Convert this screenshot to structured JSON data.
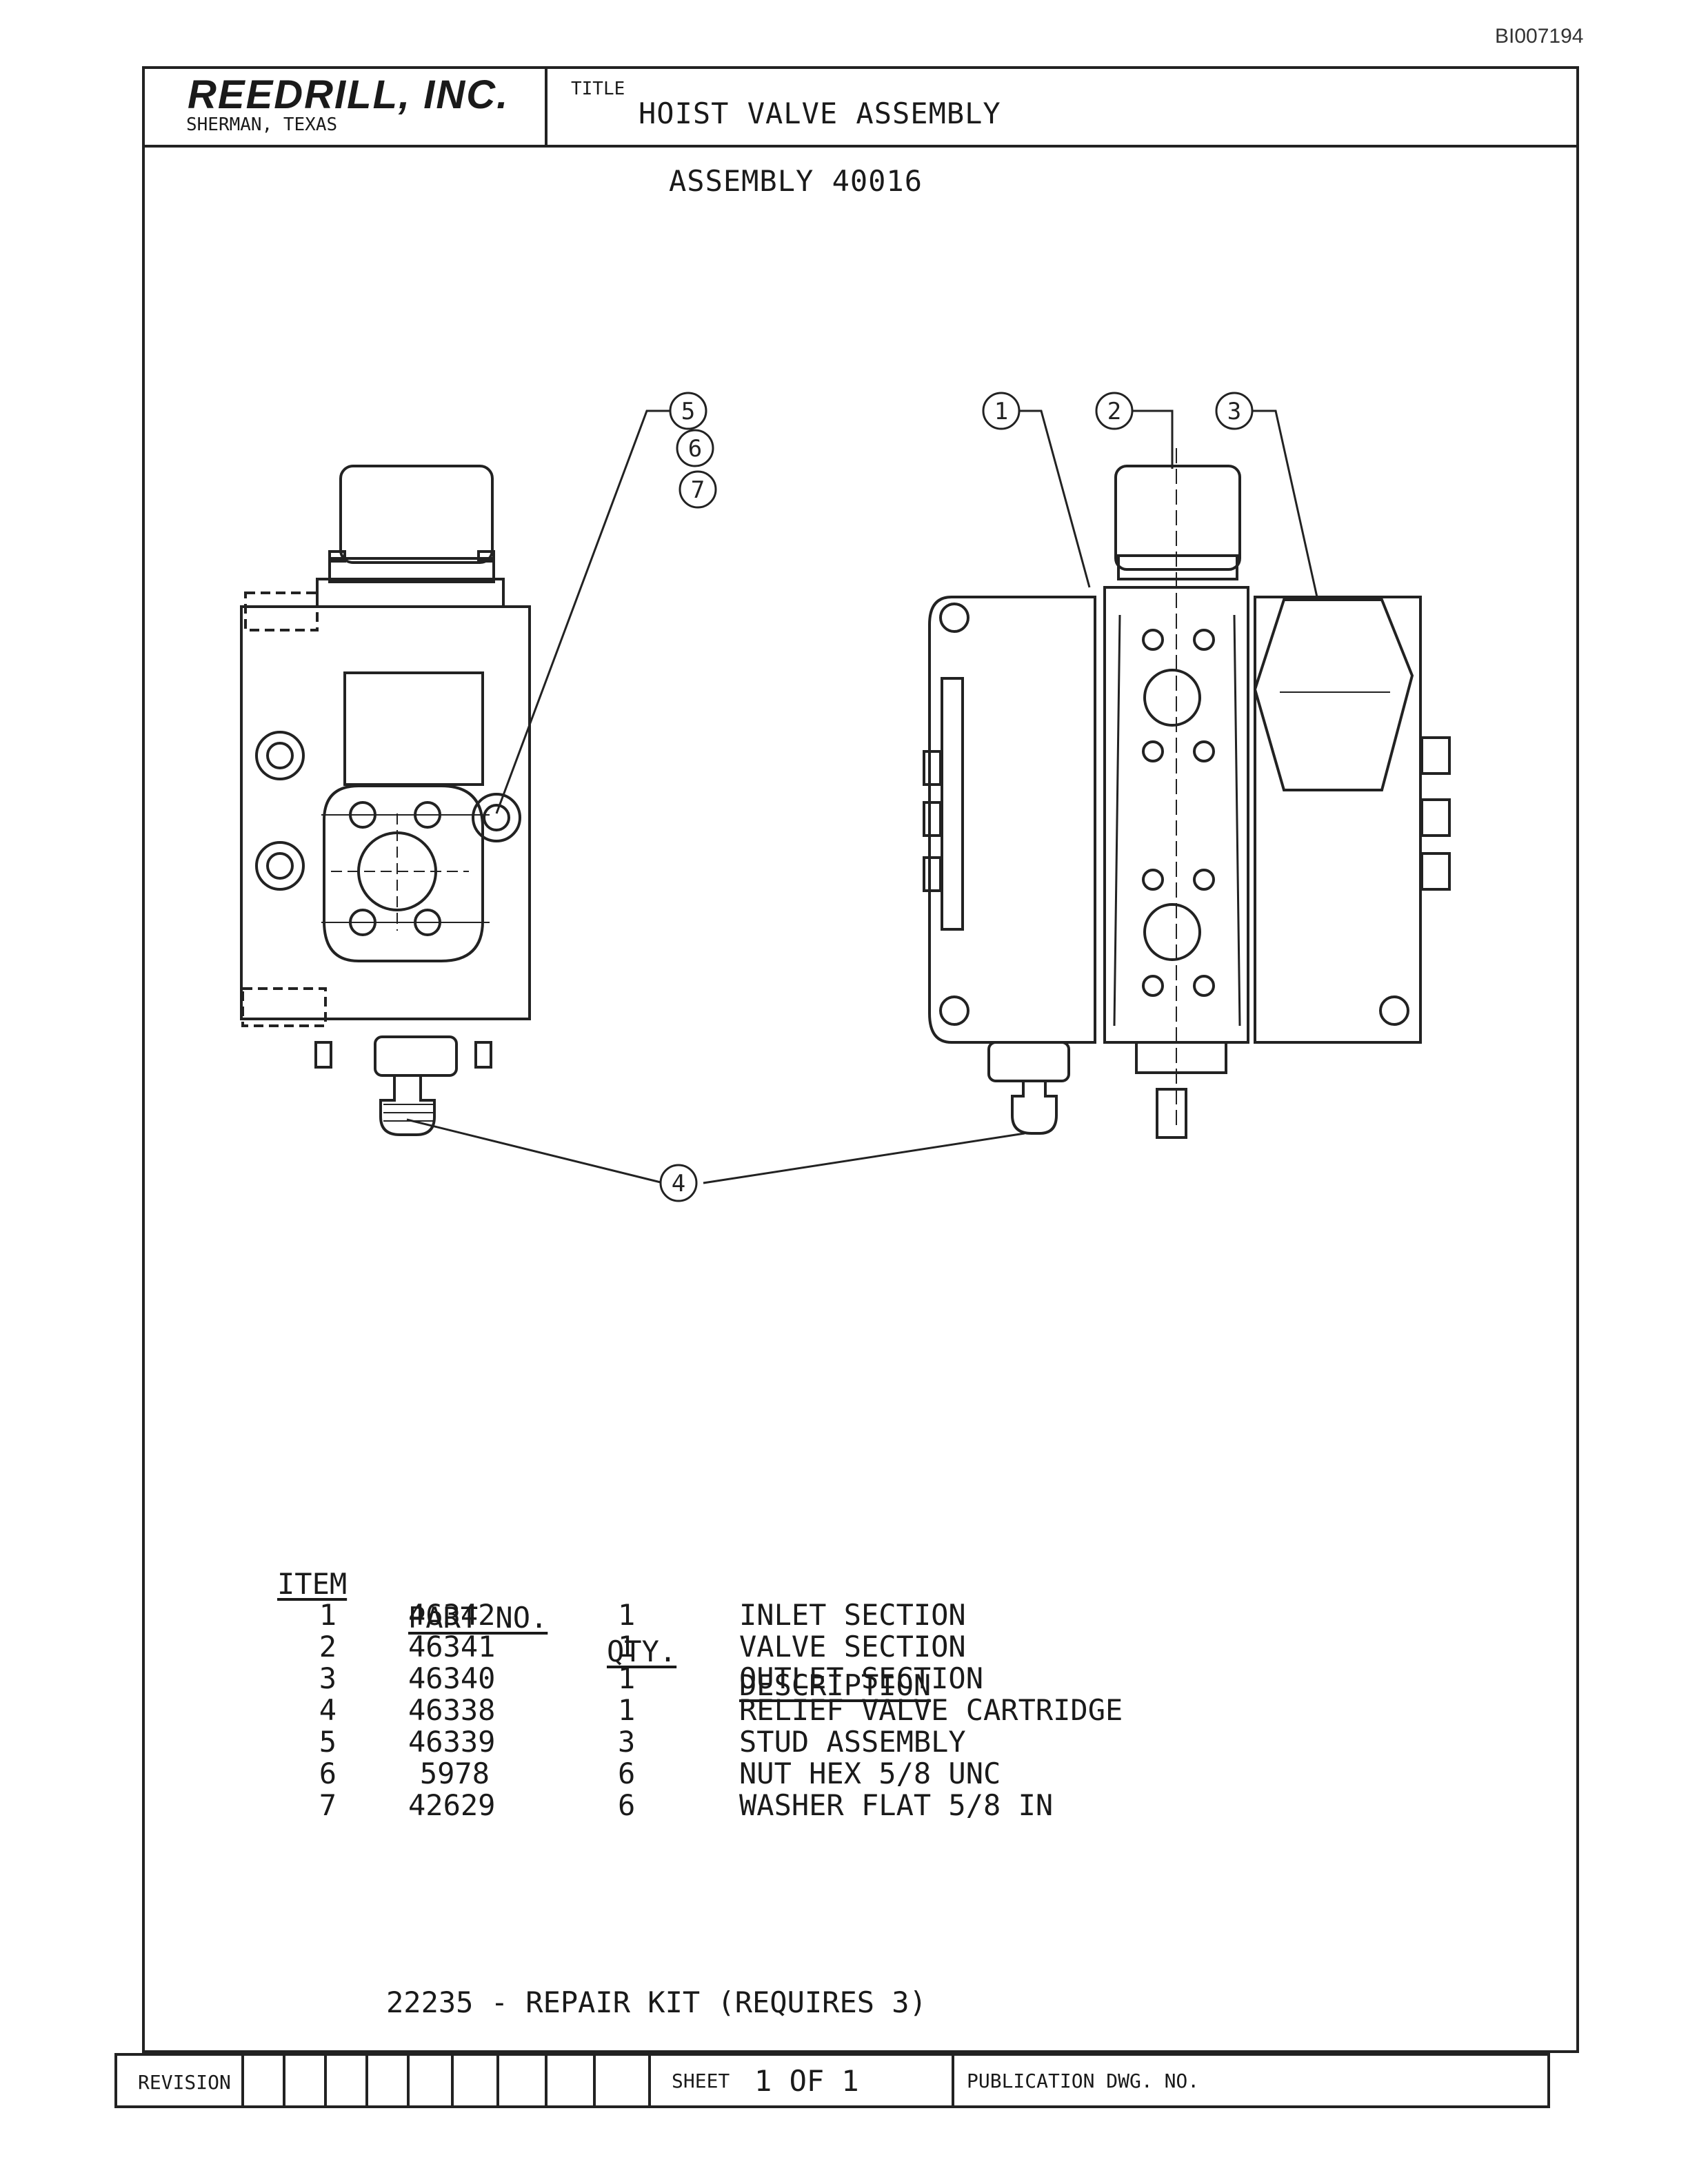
{
  "doc_id": "BI007194",
  "title_block": {
    "company": "REEDRILL, INC.",
    "location": "SHERMAN, TEXAS",
    "title_label": "TITLE",
    "title": "HOIST VALVE ASSEMBLY"
  },
  "assembly": "ASSEMBLY 40016",
  "callouts": [
    "1",
    "2",
    "3",
    "4",
    "5",
    "6",
    "7"
  ],
  "parts_table": {
    "headers": [
      "ITEM",
      "PART NO.",
      "QTY.",
      "DESCRIPTION"
    ],
    "rows": [
      {
        "item": "1",
        "part_no": "46342",
        "qty": "1",
        "description": "INLET SECTION"
      },
      {
        "item": "2",
        "part_no": "46341",
        "qty": "1",
        "description": "VALVE SECTION"
      },
      {
        "item": "3",
        "part_no": "46340",
        "qty": "1",
        "description": "OUTLET SECTION"
      },
      {
        "item": "4",
        "part_no": "46338",
        "qty": "1",
        "description": "RELIEF VALVE CARTRIDGE"
      },
      {
        "item": "5",
        "part_no": "46339",
        "qty": "3",
        "description": "STUD ASSEMBLY"
      },
      {
        "item": "6",
        "part_no": "5978",
        "qty": "6",
        "description": "NUT HEX 5/8 UNC"
      },
      {
        "item": "7",
        "part_no": "42629",
        "qty": "6",
        "description": "WASHER FLAT 5/8 IN"
      }
    ]
  },
  "repair_kit": "22235 - REPAIR KIT (REQUIRES 3)",
  "footer": {
    "revision_label": "REVISION",
    "sheet_label": "SHEET",
    "sheet_value": "1 OF 1",
    "publication_label": "PUBLICATION DWG. NO."
  }
}
